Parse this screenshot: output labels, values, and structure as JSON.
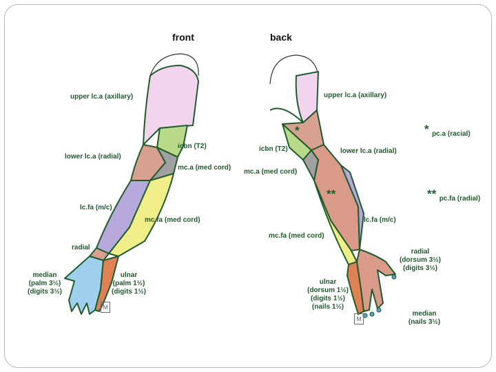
{
  "headings": {
    "front": "front",
    "back": "back"
  },
  "colors": {
    "axillary": "#f2d4ee",
    "icbn": "#b9d98a",
    "radial_upper": "#d8a090",
    "med_cord_gray": "#a0a0a0",
    "lcfa": "#b7a8dc",
    "mcfa": "#f1ee8a",
    "median": "#9fd0ee",
    "ulnar": "#e08055",
    "pcfa": "#d99a8a",
    "outline": "#1f5a2a"
  },
  "front_labels": {
    "upper_lca": "upper lc.a (axillary)",
    "icbn": "icbn (T2)",
    "lower_lca": "lower lc.a (radial)",
    "mca": "mc.a (med cord)",
    "lcfa": "lc.fa (m/c)",
    "mcfa": "mc.fa (med cord)",
    "radial": "radial",
    "median_1": "median",
    "median_2": "(palm 3½)",
    "median_3": "(digits 3½)",
    "ulnar_1": "ulnar",
    "ulnar_2": "(palm 1½)",
    "ulnar_3": "(digits 1½)"
  },
  "back_labels": {
    "upper_lca": "upper lc.a (axillary)",
    "icbn": "icbn (T2)",
    "lower_lca": "lower lc.a (radial)",
    "mca": "mc.a (med cord)",
    "lcfa": "lc.fa (m/c)",
    "mcfa": "mc.fa (med cord)",
    "radial_1": "radial",
    "radial_2": "(dorsum 3½)",
    "radial_3": "(digits 3½)",
    "ulnar_1": "ulnar",
    "ulnar_2": "(dorsum 1½)",
    "ulnar_3": "(digits 1½)",
    "ulnar_4": "(nails 1½)",
    "median_1": "median",
    "median_2": "(nails 3½)"
  },
  "markers": {
    "single": "*",
    "double": "**"
  },
  "legend": {
    "single_star": "*",
    "single_text": "pc.a (racial)",
    "double_star": "**",
    "double_text": "pc.fa (radial)"
  },
  "signatures": {
    "front": "M",
    "back": "M"
  }
}
